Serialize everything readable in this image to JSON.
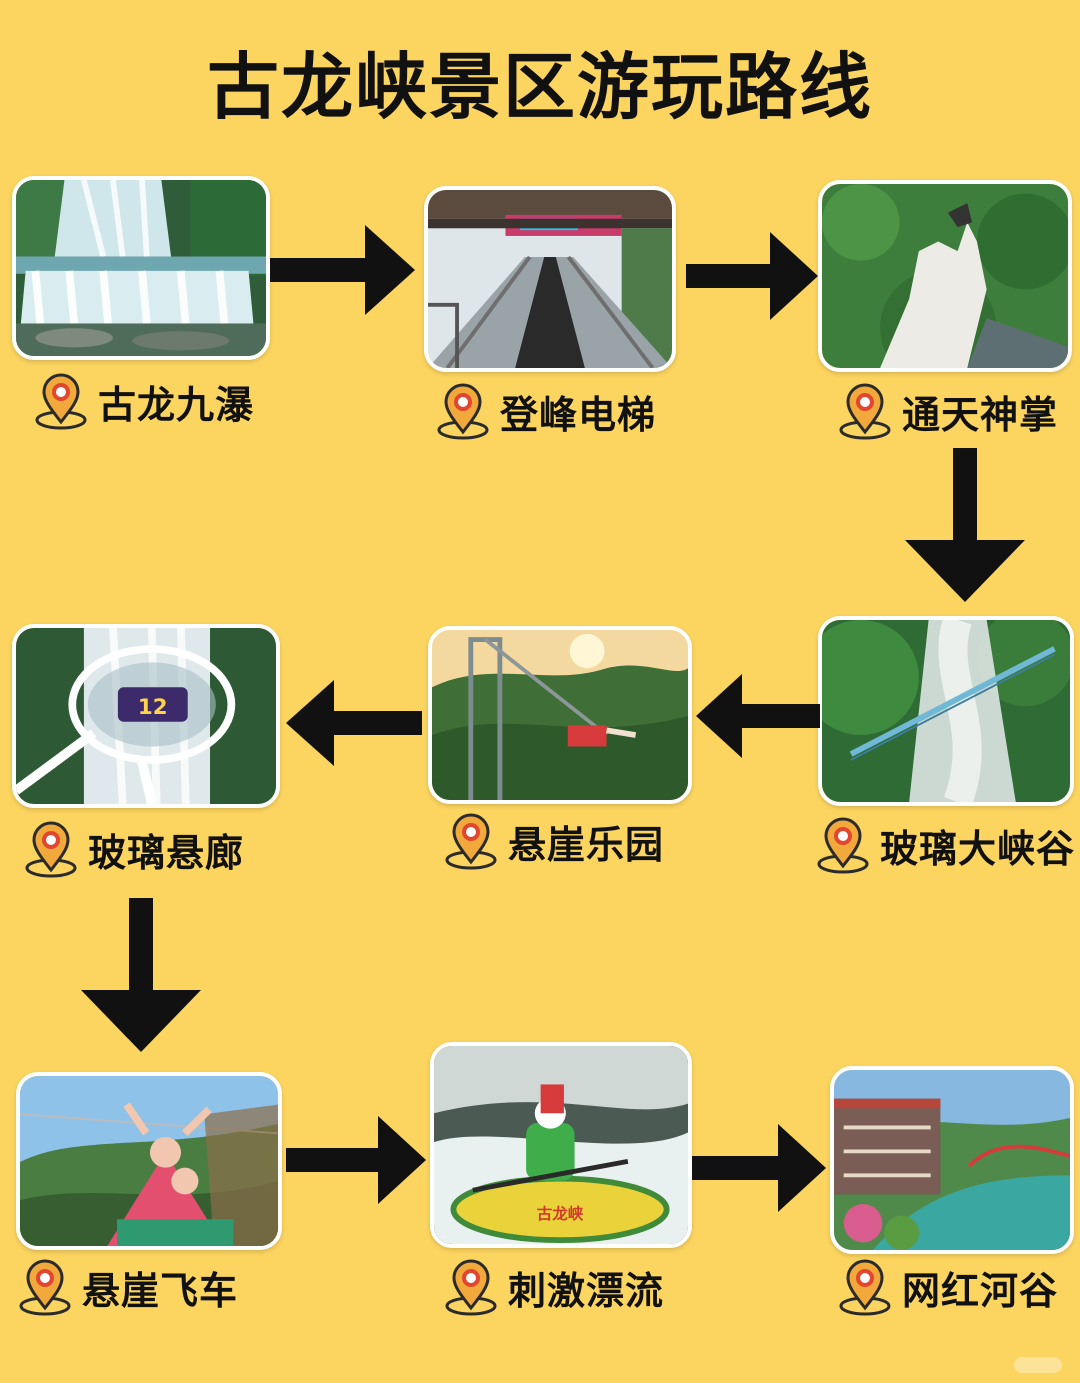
{
  "title": "古龙峡景区游玩路线",
  "colors": {
    "background": "#FCD460",
    "arrow": "#111111",
    "pin_fill": "#F2A93B",
    "pin_dot": "#E2462E",
    "pin_outline": "#2B2B2B"
  },
  "route": [
    {
      "step": 1,
      "name": "古龙九瀑",
      "photo": "waterfall"
    },
    {
      "step": 2,
      "name": "登峰电梯",
      "photo": "elevator"
    },
    {
      "step": 3,
      "name": "通天神掌",
      "photo": "palm"
    },
    {
      "step": 4,
      "name": "玻璃大峡谷",
      "photo": "glass-canyon"
    },
    {
      "step": 5,
      "name": "悬崖乐园",
      "photo": "cliff-swing"
    },
    {
      "step": 6,
      "name": "玻璃悬廊",
      "photo": "glass-platform",
      "platform_sign": "12"
    },
    {
      "step": 7,
      "name": "悬崖飞车",
      "photo": "coaster"
    },
    {
      "step": 8,
      "name": "刺激漂流",
      "photo": "rafting",
      "raft_text": "古龙峡"
    },
    {
      "step": 9,
      "name": "网红河谷",
      "photo": "river-valley"
    }
  ]
}
